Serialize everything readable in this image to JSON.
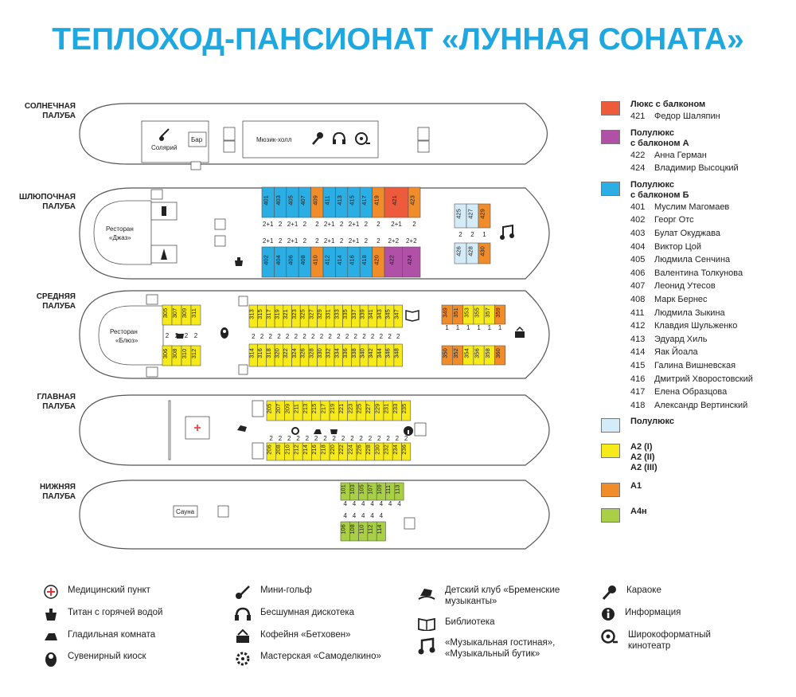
{
  "title": "ТЕПЛОХОД-ПАНСИОНАТ «ЛУННАЯ СОНАТА»",
  "decks": {
    "sun": "СОЛНЕЧНАЯ\nПАЛУБА",
    "boat": "ШЛЮПОЧНАЯ\nПАЛУБА",
    "middle": "СРЕДНЯЯ\nПАЛУБА",
    "main": "ГЛАВНАЯ\nПАЛУБА",
    "lower": "НИЖНЯЯ\nПАЛУБА"
  },
  "rooms": {
    "solarium": "Солярий",
    "bar": "Бар",
    "music_hall": "Мюзик-холл",
    "rest_jazz_1": "Ресторан",
    "rest_jazz_2": "«Джаз»",
    "rest_blues_1": "Ресторан",
    "rest_blues_2": "«Блюз»",
    "sauna": "Сауна"
  },
  "colors": {
    "lux": "#ee5a3c",
    "semi_a": "#b150a7",
    "semi_b": "#2aaee4",
    "semi": "#d3ecf8",
    "a2": "#f7ea1a",
    "a1": "#f08c2a",
    "a4n": "#a8cf45"
  },
  "cabins": {
    "boat_top": [
      "401",
      "403",
      "405",
      "407",
      "409",
      "411",
      "413",
      "415",
      "417",
      "419",
      "421",
      "423"
    ],
    "boat_top_types": [
      "semi_b",
      "semi_b",
      "semi_b",
      "semi_b",
      "a1",
      "semi_b",
      "semi_b",
      "semi_b",
      "semi_b",
      "a1",
      "lux",
      "a1"
    ],
    "boat_top_occ": [
      "2+1",
      "2",
      "2+1",
      "2",
      "2",
      "2+1",
      "2",
      "2+1",
      "2",
      "2",
      "2+1",
      "2"
    ],
    "boat_bot": [
      "402",
      "404",
      "406",
      "408",
      "410",
      "412",
      "414",
      "416",
      "418",
      "420",
      "422",
      "424"
    ],
    "boat_bot_types": [
      "semi_b",
      "semi_b",
      "semi_b",
      "semi_b",
      "a1",
      "semi_b",
      "semi_b",
      "semi_b",
      "semi_b",
      "a1",
      "semi_a",
      "semi_a"
    ],
    "boat_bot_occ": [
      "2+1",
      "2",
      "2+1",
      "2",
      "2",
      "2+1",
      "2",
      "2+1",
      "2",
      "2",
      "2+2",
      "2+2"
    ],
    "boat_aft_top": [
      "425",
      "427",
      "429"
    ],
    "boat_aft_top_types": [
      "semi",
      "semi",
      "a1"
    ],
    "boat_aft_bot": [
      "426",
      "428",
      "430"
    ],
    "boat_aft_bot_types": [
      "semi",
      "semi",
      "a1"
    ],
    "boat_aft_occ": [
      "2",
      "2",
      "1"
    ],
    "mid_fore_top": [
      "305",
      "307",
      "309",
      "311"
    ],
    "mid_fore_bot": [
      "306",
      "308",
      "310",
      "312"
    ],
    "mid_top": [
      "313",
      "315",
      "317",
      "319",
      "321",
      "323",
      "325",
      "327",
      "329",
      "331",
      "333",
      "335",
      "337",
      "339",
      "341",
      "343",
      "345",
      "347"
    ],
    "mid_bot": [
      "314",
      "316",
      "318",
      "320",
      "322",
      "324",
      "326",
      "328",
      "330",
      "332",
      "334",
      "336",
      "338",
      "340",
      "342",
      "344",
      "346",
      "348"
    ],
    "mid_aft_top": [
      "349",
      "351",
      "353",
      "355",
      "357",
      "359"
    ],
    "mid_aft_top_types": [
      "a1",
      "a1",
      "a2",
      "a2",
      "a2",
      "a1"
    ],
    "mid_aft_bot": [
      "350",
      "352",
      "354",
      "356",
      "358",
      "360"
    ],
    "mid_aft_bot_types": [
      "a1",
      "a1",
      "a2",
      "a2",
      "a2",
      "a1"
    ],
    "mid_occ": "2",
    "mid_aft_occ": "1",
    "main_top": [
      "205",
      "207",
      "209",
      "211",
      "213",
      "215",
      "217",
      "219",
      "221",
      "223",
      "225",
      "227",
      "229",
      "231",
      "233",
      "235"
    ],
    "main_bot": [
      "206",
      "208",
      "210",
      "212",
      "214",
      "216",
      "218",
      "220",
      "222",
      "224",
      "226",
      "228",
      "230",
      "232",
      "234",
      "236"
    ],
    "main_occ": "2",
    "lower_top": [
      "101",
      "103",
      "105",
      "107",
      "109",
      "111",
      "113"
    ],
    "lower_bot": [
      "106",
      "108",
      "110",
      "112",
      "114"
    ],
    "lower_occ": "4"
  },
  "legend": [
    {
      "key": "lux",
      "title": "Люкс с балконом",
      "items": [
        [
          "421",
          "Федор Шаляпин"
        ]
      ]
    },
    {
      "key": "semi_a",
      "title": "Полулюкс\nс балконом А",
      "items": [
        [
          "422",
          "Анна Герман"
        ],
        [
          "424",
          "Владимир Высоцкий"
        ]
      ]
    },
    {
      "key": "semi_b",
      "title": "Полулюкс\nс балконом Б",
      "items": [
        [
          "401",
          "Муслим Магомаев"
        ],
        [
          "402",
          "Георг Отс"
        ],
        [
          "403",
          "Булат Окуджава"
        ],
        [
          "404",
          "Виктор Цой"
        ],
        [
          "405",
          "Людмила Сенчина"
        ],
        [
          "406",
          "Валентина Толкунова"
        ],
        [
          "407",
          "Леонид Утесов"
        ],
        [
          "408",
          "Марк Бернес"
        ],
        [
          "411",
          "Людмила Зыкина"
        ],
        [
          "412",
          "Клавдия Шульженко"
        ],
        [
          "413",
          "Эдуард Хиль"
        ],
        [
          "414",
          "Яак Йоала"
        ],
        [
          "415",
          "Галина Вишневская"
        ],
        [
          "416",
          "Дмитрий Хворостовский"
        ],
        [
          "417",
          "Елена Образцова"
        ],
        [
          "418",
          "Александр Вертинский"
        ]
      ]
    },
    {
      "key": "semi",
      "title": "Полулюкс",
      "items": []
    },
    {
      "key": "a2",
      "title": "А2 (I)\nА2 (II)\nА2 (III)",
      "items": []
    },
    {
      "key": "a1",
      "title": "А1",
      "items": []
    },
    {
      "key": "a4n",
      "title": "А4н",
      "items": []
    }
  ],
  "icon_legend": {
    "medical": "Медицинский пункт",
    "titan": "Титан с горячей водой",
    "ironing": "Гладильная комната",
    "souvenir": "Сувенирный киоск",
    "minigolf": "Мини-гольф",
    "disco": "Бесшумная дискотека",
    "cafe": "Кофейня «Бетховен»",
    "workshop": "Мастерская «Самоделкино»",
    "kids": "Детский клуб «Бременские\nмузыканты»",
    "library": "Библиотека",
    "music": "«Музыкальная гостиная»,\n«Музыкальный бутик»",
    "karaoke": "Караоке",
    "info": "Информация",
    "cinema": "Широкоформатный\nкинотеатр"
  }
}
